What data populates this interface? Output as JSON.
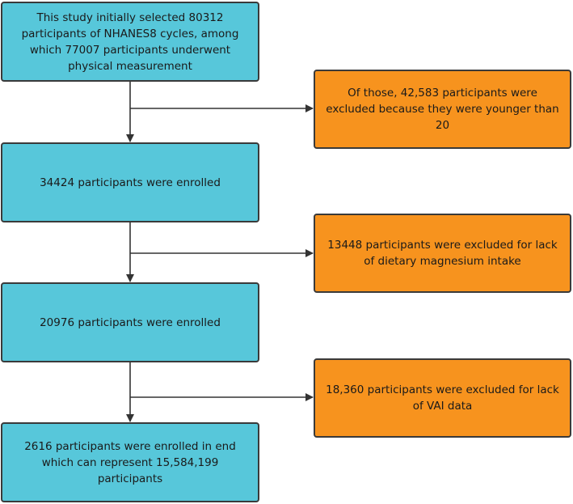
{
  "flowchart": {
    "main_steps": [
      "This study initially selected 80312 participants of NHANES8 cycles, among which 77007 participants underwent physical measurement",
      "34424 participants were enrolled",
      "20976 participants were enrolled",
      "2616 participants were enrolled in end which can represent 15,584,199 participants"
    ],
    "exclusions": [
      "Of those, 42,583 participants were excluded because they were younger than 20",
      "13448 participants were excluded for lack of dietary magnesium intake",
      "18,360 participants were excluded for lack of VAI data"
    ]
  },
  "colors": {
    "main_box": "#57c7da",
    "exclusion_box": "#f7931e",
    "connector": "#333333"
  }
}
